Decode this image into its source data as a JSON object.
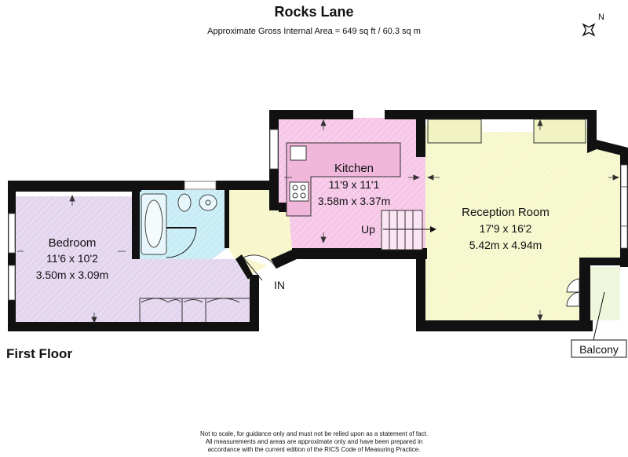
{
  "header": {
    "title": "Rocks Lane",
    "subtitle": "Approximate Gross Internal Area = 649 sq ft / 60.3 sq m"
  },
  "compass": {
    "label": "N"
  },
  "rooms": {
    "bedroom": {
      "name": "Bedroom",
      "imperial": "11'6 x 10'2",
      "metric": "3.50m x 3.09m",
      "fill": "#e3d5ee"
    },
    "kitchen": {
      "name": "Kitchen",
      "imperial": "11'9 x 11'1",
      "metric": "3.58m x 3.37m",
      "fill": "#f6c6e6"
    },
    "reception": {
      "name": "Reception Room",
      "imperial": "17'9 x 16'2",
      "metric": "5.42m x 4.94m",
      "fill": "#f6f7cc"
    },
    "bathroom": {
      "fill": "#c8ecf6"
    },
    "hall": {
      "fill": "#f8f6cc"
    },
    "balcony": {
      "name": "Balcony",
      "fill": "#eef6dc"
    }
  },
  "annotations": {
    "stairs": "Up",
    "entrance": "IN"
  },
  "floor": {
    "label": "First Floor"
  },
  "disclaimer": {
    "line1": "Not to scale, for guidance only and must not be relied upon as a statement of fact.",
    "line2": "All measurements and areas are approximate only and have been prepared in",
    "line3": "accordance with the current edition of the RICS Code of Measuring Practice."
  },
  "colors": {
    "wall": "#111111"
  }
}
